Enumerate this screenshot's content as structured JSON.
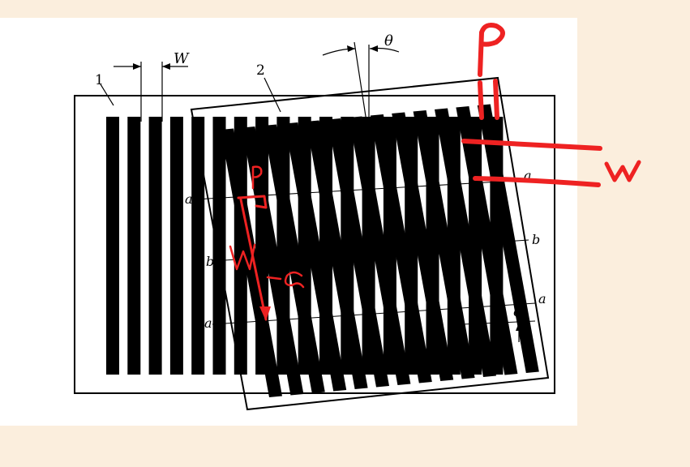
{
  "figure": {
    "labels": {
      "grating1": "1",
      "grating2": "2",
      "width_top": "W",
      "angle_theta": "θ",
      "a_left_top": "a",
      "b_left": "b",
      "a_left_bottom": "a",
      "a_right_top": "a",
      "b_right": "b",
      "a_right_bottom": "a",
      "alpha": "α"
    },
    "handwritten": {
      "P_top": "P",
      "W_right": "w",
      "P_small": "P",
      "W_left": "W",
      "alpha_red": "α"
    },
    "colors": {
      "background": "#fbeedd",
      "panel": "#ffffff",
      "ink": "#000000",
      "annotation": "#ee2222"
    }
  }
}
